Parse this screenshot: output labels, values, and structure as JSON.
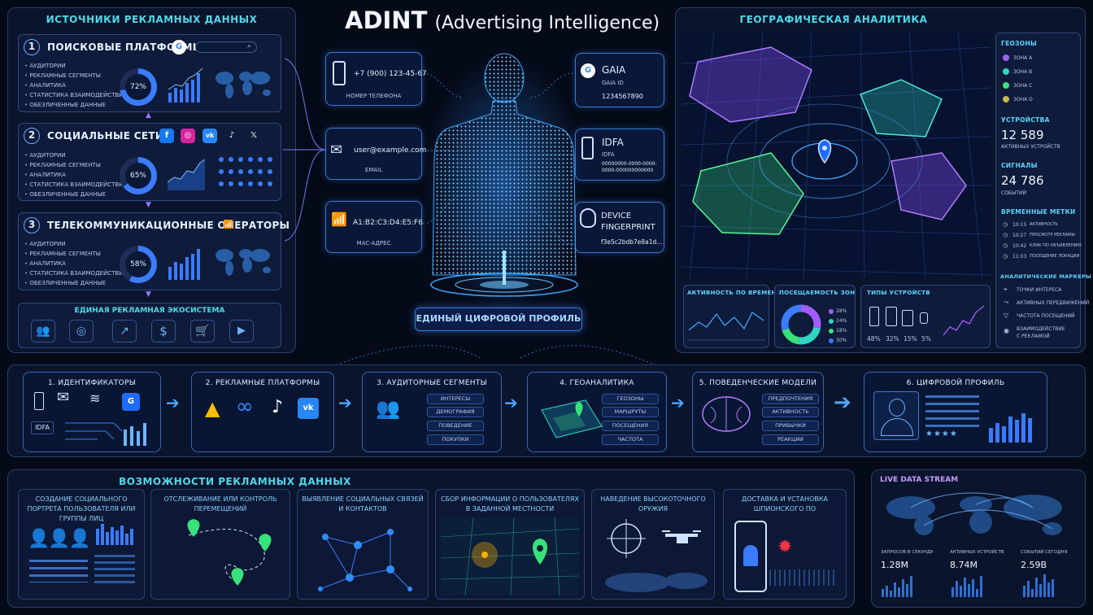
{
  "title": "ADINT",
  "title_sub": "(Advertising Intelligence)",
  "left": {
    "title": "ИСТОЧНИКИ РЕКЛАМНЫХ ДАННЫХ",
    "sources": [
      {
        "num": "1",
        "name": "ПОИСКОВЫЕ ПЛАТФОРМЫ",
        "percent": "72%",
        "fraction": 0.72
      },
      {
        "num": "2",
        "name": "СОЦИАЛЬНЫЕ СЕТИ",
        "percent": "65%",
        "fraction": 0.65
      },
      {
        "num": "3",
        "name": "ТЕЛЕКОММУНИКАЦИОННЫЕ ОПЕРАТОРЫ",
        "percent": "58%",
        "fraction": 0.58
      }
    ],
    "bullets": [
      "АУДИТОРИИ",
      "РЕКЛАМНЫЕ СЕГМЕНТЫ",
      "АНАЛИТИКА",
      "СТАТИСТИКА ВЗАИМОДЕЙСТВИЙ",
      "ОБЕЗЛИЧЕННЫЕ ДАННЫЕ"
    ],
    "ecosystem": "ЕДИНАЯ РЕКЛАМНАЯ ЭКОСИСТЕМА"
  },
  "identifiers": {
    "phone": {
      "value": "+7 (900) 123-45-67",
      "label": "НОМЕР ТЕЛЕФОНА"
    },
    "email": {
      "value": "user@example.com",
      "label": "EMAIL"
    },
    "mac": {
      "value": "A1:B2:C3:D4:E5:F6",
      "label": "MAC-АДРЕС"
    },
    "gaia": {
      "name": "GAIA",
      "label": "GAIA ID",
      "value": "1234567890"
    },
    "idfa": {
      "name": "IDFA",
      "label": "IDFA",
      "value": "00000000-0000-0000-0000-000000000000"
    },
    "fingerprint": {
      "name1": "DEVICE",
      "name2": "FINGERPRINT",
      "value": "f3e5c2bdb7e8a1d..."
    }
  },
  "profile_label": "ЕДИНЫЙ ЦИФРОВОЙ ПРОФИЛЬ",
  "geo": {
    "title": "ГЕОГРАФИЧЕСКАЯ АНАЛИТИКА",
    "zones_title": "ГЕОЗОНЫ",
    "zones": [
      {
        "label": "ЗОНА A",
        "color": "#a25cff"
      },
      {
        "label": "ЗОНА B",
        "color": "#2fd6c0"
      },
      {
        "label": "ЗОНА C",
        "color": "#38e27a"
      },
      {
        "label": "ЗОНА D",
        "color": "#c8b64a"
      }
    ],
    "devices_title": "УСТРОЙСТВА",
    "devices_value": "12 589",
    "devices_caption": "АКТИВНЫХ УСТРОЙСТВ",
    "signals_title": "СИГНАЛЫ",
    "signals_value": "24 786",
    "signals_caption": "СОБЫТИЙ",
    "timestamps_title": "ВРЕМЕННЫЕ МЕТКИ",
    "timestamps": [
      {
        "time": "10:15",
        "text": "АКТИВНОСТЬ"
      },
      {
        "time": "10:27",
        "text": "ПРОСМОТР РЕКЛАМЫ"
      },
      {
        "time": "10:42",
        "text": "КЛИК ПО ОБЪЯВЛЕНИЮ"
      },
      {
        "time": "11:03",
        "text": "ПОСЕЩЕНИЕ ЛОКАЦИИ"
      }
    ],
    "markers_title": "АНАЛИТИЧЕСКИЕ МАРКЕРЫ",
    "markers": [
      "ТОЧКИ ИНТЕРЕСА",
      "АКТИВНЫХ ПЕРЕДВИЖЕНИЙ",
      "ЧАСТОТА ПОСЕЩЕНИЙ",
      "ВЗАИМОДЕЙСТВИЕ",
      "С РЕКЛАМОЙ"
    ],
    "activity_title": "АКТИВНОСТЬ ПО ВРЕМЕНИ",
    "visits_title": "ПОСЕЩАЕМОСТЬ ЗОН",
    "visits": [
      {
        "label": "28%",
        "value": 28,
        "color": "#a25cff"
      },
      {
        "label": "24%",
        "value": 24,
        "color": "#2fd6c0"
      },
      {
        "label": "18%",
        "value": 18,
        "color": "#38e27a"
      },
      {
        "label": "30%",
        "value": 30,
        "color": "#3a7bff"
      }
    ],
    "device_types_title": "ТИПЫ УСТРОЙСТВ",
    "device_types": [
      "48%",
      "32%",
      "15%",
      "5%"
    ]
  },
  "flow": [
    {
      "title": "1. ИДЕНТИФИКАТОРЫ",
      "idfa": "IDFA"
    },
    {
      "title": "2. РЕКЛАМНЫЕ ПЛАТФОРМЫ"
    },
    {
      "title": "3. АУДИТОРНЫЕ СЕГМЕНТЫ",
      "chips": [
        "ИНТЕРЕСЫ",
        "ДЕМОГРАФИЯ",
        "ПОВЕДЕНИЕ",
        "ПОКУПКИ"
      ]
    },
    {
      "title": "4. ГЕОАНАЛИТИКА",
      "chips": [
        "ГЕОЗОНЫ",
        "МАРШРУТЫ",
        "ПОСЕЩЕНИЯ",
        "ЧАСТОТА"
      ]
    },
    {
      "title": "5. ПОВЕДЕНЧЕСКИЕ МОДЕЛИ",
      "chips": [
        "ПРЕДПОЧТЕНИЯ",
        "АКТИВНОСТЬ",
        "ПРИВЫЧКИ",
        "РЕАКЦИИ"
      ]
    },
    {
      "title": "6. ЦИФРОВОЙ ПРОФИЛЬ"
    }
  ],
  "capabilities": {
    "title": "ВОЗМОЖНОСТИ РЕКЛАМНЫХ ДАННЫХ",
    "items": [
      "СОЗДАНИЕ СОЦИАЛЬНОГО ПОРТРЕТА ПОЛЬЗОВАТЕЛЯ ИЛИ ГРУППЫ ЛИЦ",
      "ОТСЛЕЖИВАНИЕ ИЛИ КОНТРОЛЬ ПЕРЕМЕЩЕНИЙ",
      "ВЫЯВЛЕНИЕ СОЦИАЛЬНЫХ СВЯЗЕЙ И КОНТАКТОВ",
      "СБОР ИНФОРМАЦИИ О ПОЛЬЗОВАТЕЛЯХ В ЗАДАННОЙ МЕСТНОСТИ",
      "НАВЕДЕНИЕ ВЫСОКОТОЧНОГО ОРУЖИЯ",
      "ДОСТАВКА И УСТАНОВКА ШПИОНСКОГО ПО"
    ]
  },
  "stream": {
    "title": "LIVE DATA STREAM",
    "stats": [
      {
        "label": "ЗАПРОСОВ В СЕКУНДУ",
        "value": "1.28M"
      },
      {
        "label": "АКТИВНЫХ УСТРОЙСТВ",
        "value": "8.74M"
      },
      {
        "label": "СОБЫТИЙ СЕГОДНЯ",
        "value": "2.59B"
      }
    ]
  },
  "colors": {
    "accent": "#4fd8e8",
    "blue": "#3a7bff",
    "purple": "#a25cff",
    "border": "#2f4b80"
  }
}
